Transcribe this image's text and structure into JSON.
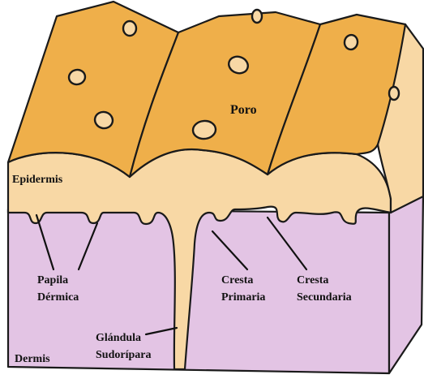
{
  "colors": {
    "surface": "#efaf4a",
    "epidermis": "#f8d8a5",
    "dermis": "#e3c4e4",
    "outline": "#1a1a1a"
  },
  "labels": {
    "poro": "Poro",
    "epidermis": "Epidermis",
    "papila_line1": "Papila",
    "papila_line2": "Dérmica",
    "cresta_primaria_line1": "Cresta",
    "cresta_primaria_line2": "Primaria",
    "cresta_secundaria_line1": "Cresta",
    "cresta_secundaria_line2": "Secundaria",
    "glandula_line1": "Glándula",
    "glandula_line2": "Sudorípara",
    "dermis": "Dermis"
  }
}
